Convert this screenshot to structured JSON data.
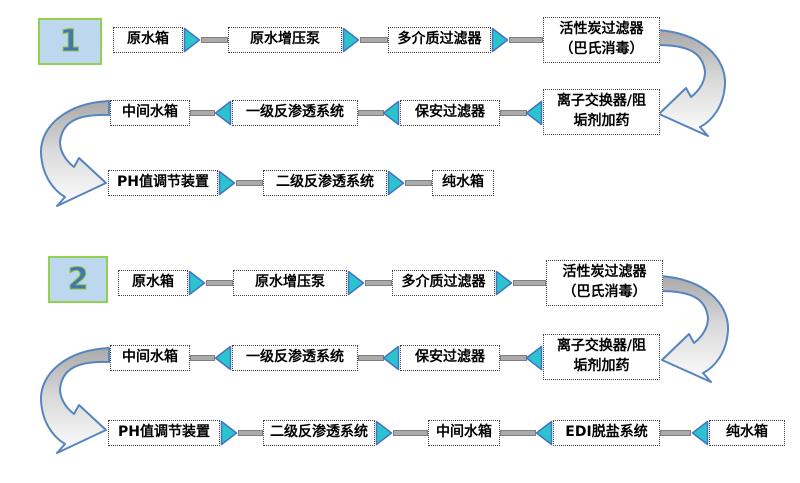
{
  "diagram_type": "water-treatment-process-flowchart",
  "colors": {
    "flow_arrow_fill": "#2BC4CE",
    "flow_arrow_outline": "#4472C4",
    "connector_gray": "#ABABAB",
    "curve_arrow_outline": "#5585BE",
    "curve_arrow_gray": "#ABABAB",
    "label_box_fill": "#BDD7EE",
    "label_box_border": "#92D050",
    "label_number_color": "#4276B2",
    "node_border": "#404040",
    "node_fill": "#FFFFFF"
  },
  "icons": {
    "flow_arrow_right": "teal triangle pointing right",
    "flow_arrow_left": "teal triangle pointing left",
    "return_curve": "gray-to-white curved ribbon arrow"
  },
  "flows": [
    {
      "number": "1",
      "row1": [
        "原水箱",
        "原水增压泵",
        "多介质过滤器",
        "活性炭过滤器\n（巴氏消毒）"
      ],
      "row2": [
        "中间水箱",
        "一级反渗透系统",
        "保安过滤器",
        "离子交换器/阻\n垢剂加药"
      ],
      "row3": [
        "PH值调节装置",
        "二级反渗透系统",
        "纯水箱"
      ]
    },
    {
      "number": "2",
      "row1": [
        "原水箱",
        "原水增压泵",
        "多介质过滤器",
        "活性炭过滤器\n（巴氏消毒）"
      ],
      "row2": [
        "中间水箱",
        "一级反渗透系统",
        "保安过滤器",
        "离子交换器/阻\n垢剂加药"
      ],
      "row3": [
        "PH值调节装置",
        "二级反渗透系统",
        "中间水箱",
        "EDI脱盐系统",
        "纯水箱"
      ]
    }
  ]
}
